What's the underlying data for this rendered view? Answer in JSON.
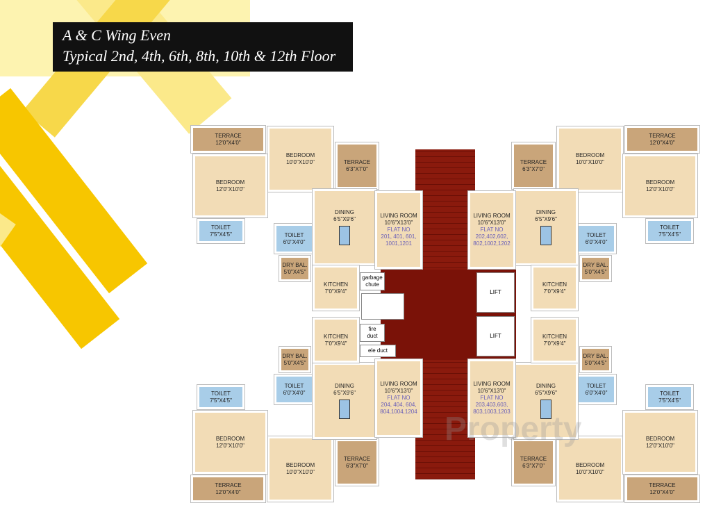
{
  "title": {
    "line1": "A & C Wing Even",
    "line2": "Typical 2nd, 4th, 6th, 8th, 10th & 12th Floor"
  },
  "colors": {
    "stripe": "#f7c600",
    "stripe_light": "#fbe98a",
    "core": "#7a1208",
    "terrace": "#c9a57a",
    "room": "#f2dcb6",
    "toilet": "#a8cde8",
    "flat_no": "#6a5fb8"
  },
  "core": {
    "lift_1": "LIFT",
    "lift_2": "LIFT",
    "garbage_chute": "garbage chute",
    "fire_duct": "fire duct",
    "ele_duct": "ele duct"
  },
  "flats": [
    {
      "flat_no_label": "FLAT NO",
      "flat_numbers": "201, 401, 601, 1001,1201"
    },
    {
      "flat_no_label": "FLAT NO",
      "flat_numbers": "202,402,602, 802,1002,1202"
    },
    {
      "flat_no_label": "FLAT NO",
      "flat_numbers": "204, 404, 604, 804,1004,1204"
    },
    {
      "flat_no_label": "FLAT NO",
      "flat_numbers": "203,403,603, 803,1003,1203"
    }
  ],
  "rooms": {
    "terrace_large": {
      "name": "TERRACE",
      "size": "12'0\"X4'0\""
    },
    "bedroom_small": {
      "name": "BEDROOM",
      "size": "10'0\"X10'0\""
    },
    "terrace_small": {
      "name": "TERRACE",
      "size": "6'3\"X7'0\""
    },
    "bedroom_large": {
      "name": "BEDROOM",
      "size": "12'0\"X10'0\""
    },
    "toilet_large": {
      "name": "TOILET",
      "size": "7'5\"X4'5\""
    },
    "toilet_small": {
      "name": "TOILET",
      "size": "6'0\"X4'0\""
    },
    "dry_balcony": {
      "name": "DRY BAL.",
      "size": "5'0\"X4'5\""
    },
    "kitchen": {
      "name": "KITCHEN",
      "size": "7'0\"X9'4\""
    },
    "dining": {
      "name": "DINING",
      "size": "6'5\"X9'6\""
    },
    "living_room": {
      "name": "LIVING ROOM",
      "size": "10'6\"X13'0\""
    }
  },
  "watermark": "Property"
}
